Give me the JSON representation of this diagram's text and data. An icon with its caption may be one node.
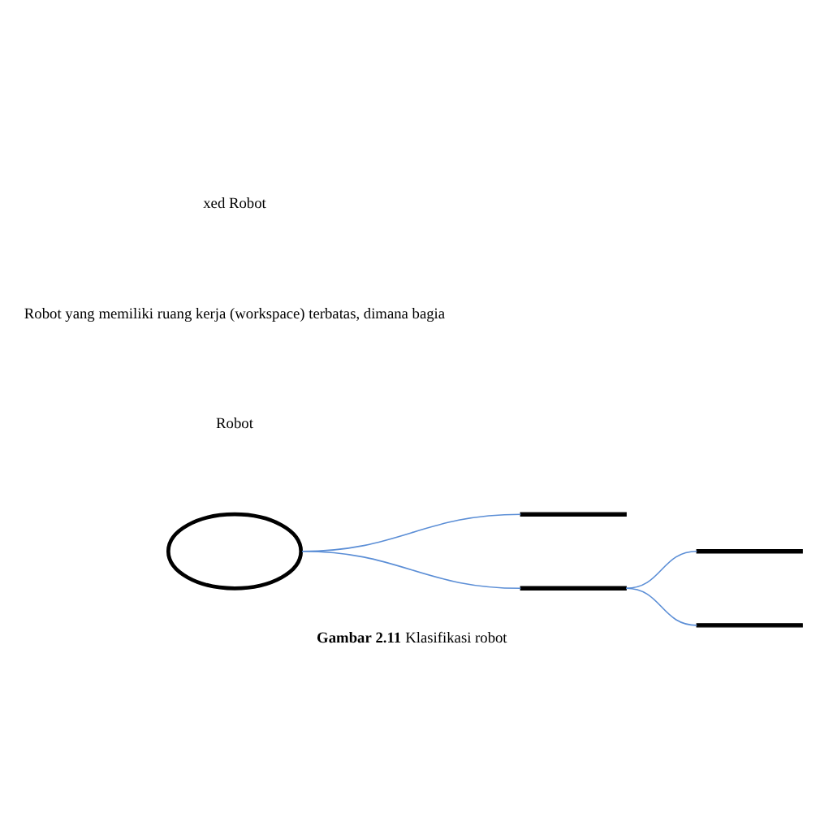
{
  "diagram": {
    "caption": "**Gambar 2.11** Klasifikasi robot",
    "nodes": [
      {
        "text": [],
        "shape": "ellipse"
      },
      {
        "text": [],
        "shape": "bar"
      },
      {
        "text": [],
        "shape": "bar"
      },
      {
        "text": [],
        "shape": "bar"
      },
      {
        "text": [],
        "shape": "bar"
      }
    ],
    "edges": [
      {
        "from": 0,
        "to": 1,
        "arrow": "none"
      },
      {
        "from": 0,
        "to": 2,
        "arrow": "none"
      },
      {
        "from": 2,
        "to": 3,
        "arrow": "none"
      },
      {
        "from": 2,
        "to": 4,
        "arrow": "none"
      }
    ],
    "labels": [
      "xed Robot",
      "Robot yang memiliki ruang kerja (workspace) terbatas, dimana bagia",
      "Robot"
    ]
  }
}
